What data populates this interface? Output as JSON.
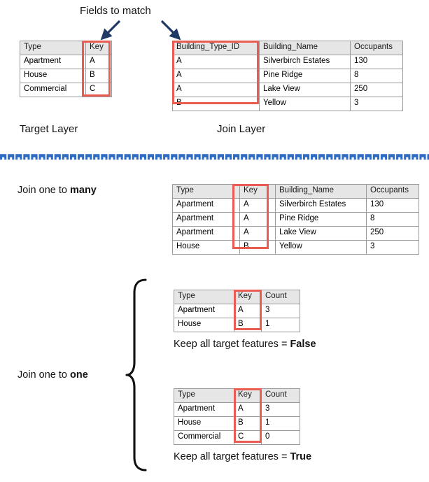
{
  "annotations": {
    "fields_to_match": "Fields to match",
    "target_layer": "Target Layer",
    "join_layer": "Join Layer",
    "join_one_to_many_prefix": "Join one to ",
    "join_one_to_many_emphasis": "many",
    "join_one_to_one_prefix": "Join one to ",
    "join_one_to_one_emphasis": "one",
    "keep_all_prefix": "Keep all target features = ",
    "keep_all_false": "False",
    "keep_all_true": "True"
  },
  "colors": {
    "highlight_red": "#ea5b52",
    "divider_blue": "#2e6cc4",
    "arrow_navy": "#203864",
    "header_gray": "#e6e6e6",
    "border_gray": "#9a9a9a"
  },
  "tables": {
    "target_layer": {
      "headers": [
        "Type",
        "Key"
      ],
      "rows": [
        [
          "Apartment",
          "A"
        ],
        [
          "House",
          "B"
        ],
        [
          "Commercial",
          "C"
        ]
      ],
      "highlight_column": "Key"
    },
    "join_layer": {
      "headers": [
        "Building_Type_ID",
        "Building_Name",
        "Occupants"
      ],
      "rows": [
        [
          "A",
          "Silverbirch Estates",
          "130"
        ],
        [
          "A",
          "Pine Ridge",
          "8"
        ],
        [
          "A",
          "Lake View",
          "250"
        ],
        [
          "B",
          "Yellow",
          "3"
        ]
      ],
      "highlight_column": "Building_Type_ID"
    },
    "one_to_many_result": {
      "headers": [
        "Type",
        "Key",
        "Building_Name",
        "Occupants"
      ],
      "rows": [
        [
          "Apartment",
          "A",
          "Silverbirch Estates",
          "130"
        ],
        [
          "Apartment",
          "A",
          "Pine Ridge",
          "8"
        ],
        [
          "Apartment",
          "A",
          "Lake View",
          "250"
        ],
        [
          "House",
          "B",
          "Yellow",
          "3"
        ]
      ],
      "highlight_column": "Key"
    },
    "one_to_one_false": {
      "headers": [
        "Type",
        "Key",
        "Count"
      ],
      "rows": [
        [
          "Apartment",
          "A",
          "3"
        ],
        [
          "House",
          "B",
          "1"
        ]
      ],
      "highlight_column": "Key"
    },
    "one_to_one_true": {
      "headers": [
        "Type",
        "Key",
        "Count"
      ],
      "rows": [
        [
          "Apartment",
          "A",
          "3"
        ],
        [
          "House",
          "B",
          "1"
        ],
        [
          "Commercial",
          "C",
          "0"
        ]
      ],
      "highlight_column": "Key"
    }
  },
  "icons": {
    "arrow_left": "arrow-down-left-icon",
    "arrow_right": "arrow-down-right-icon",
    "brace": "curly-brace-icon",
    "divider": "dashed-divider-icon"
  }
}
